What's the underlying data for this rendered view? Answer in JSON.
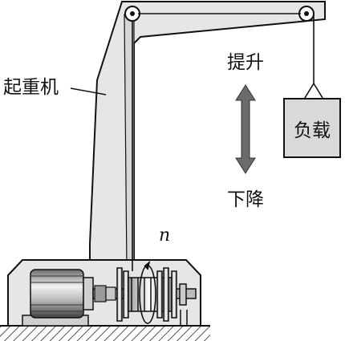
{
  "labels": {
    "crane": "起重机",
    "lift": "提升",
    "lower": "下降",
    "load": "负载",
    "speed_symbol": "n"
  },
  "colors": {
    "structure_fill": "#e6e6e6",
    "line": "#111111",
    "arrow": "#6b6b6b",
    "ground_hatch": "#555555"
  },
  "icons": {
    "up_down_arrow": "double-headed-arrow-icon",
    "motor": "motor-icon",
    "pulley": "pulley-icon"
  }
}
